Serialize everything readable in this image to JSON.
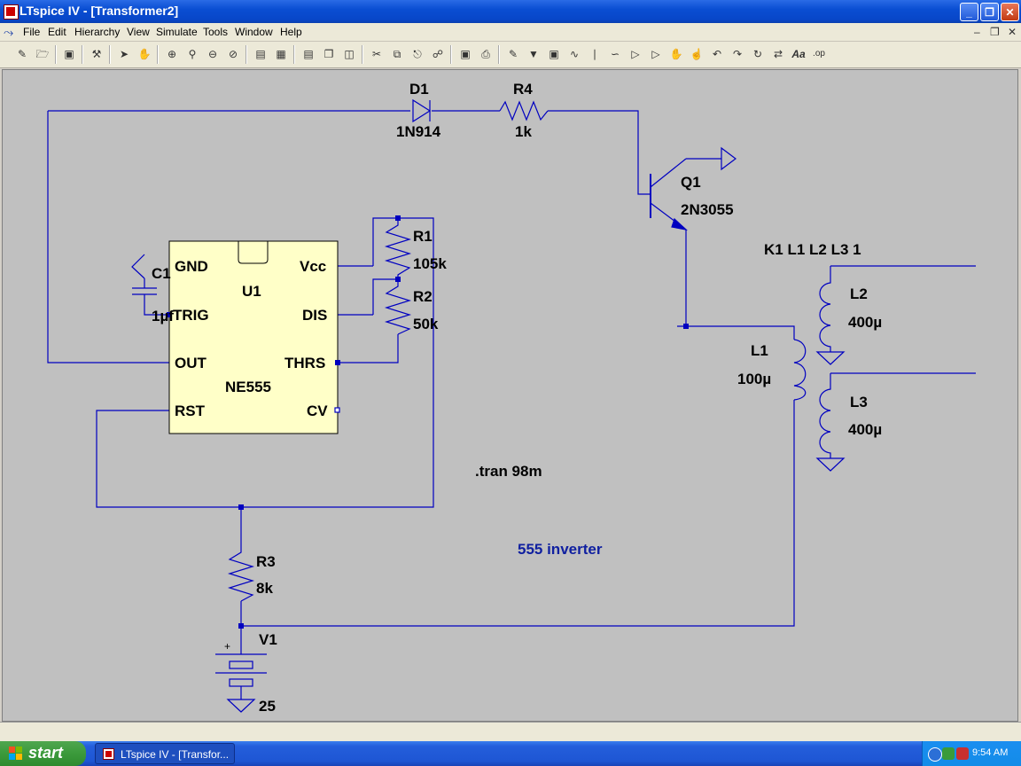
{
  "window": {
    "title": "LTspice IV - [Transformer2]"
  },
  "menu": [
    "File",
    "Edit",
    "Hierarchy",
    "View",
    "Simulate",
    "Tools",
    "Window",
    "Help"
  ],
  "toolbar_icons": [
    "new-schematic-icon",
    "open-icon",
    "save-icon",
    "control-panel-icon",
    "run-icon",
    "halt-icon",
    "zoom-in-icon",
    "pan-icon",
    "zoom-out-icon",
    "zoom-fit-icon",
    "autorange-icon",
    "grid-icon",
    "tile-horizontal-icon",
    "cascade-icon",
    "tile-vertical-icon",
    "cut-icon",
    "copy-icon",
    "paste-icon",
    "find-icon",
    "print-setup-icon",
    "print-icon",
    "wire-icon",
    "ground-icon",
    "label-icon",
    "resistor-icon",
    "capacitor-icon",
    "inductor-icon",
    "diode-icon",
    "component-icon",
    "move-icon",
    "drag-icon",
    "undo-icon",
    "redo-icon",
    "rotate-icon",
    "mirror-icon",
    "text-icon",
    "spice-directive-icon"
  ],
  "schematic": {
    "d1": {
      "ref": "D1",
      "value": "1N914"
    },
    "r4": {
      "ref": "R4",
      "value": "1k"
    },
    "q1": {
      "ref": "Q1",
      "value": "2N3055"
    },
    "r1": {
      "ref": "R1",
      "value": "105k"
    },
    "r2": {
      "ref": "R2",
      "value": "50k"
    },
    "c1": {
      "ref": "C1",
      "value": "1µf"
    },
    "u1": {
      "ref": "U1",
      "model": "NE555",
      "pins": {
        "gnd": "GND",
        "vcc": "Vcc",
        "trig": "TRIG",
        "dis": "DIS",
        "out": "OUT",
        "thrs": "THRS",
        "rst": "RST",
        "cv": "CV"
      }
    },
    "coupling": "K1 L1 L2 L3 1",
    "l1": {
      "ref": "L1",
      "value": "100µ"
    },
    "l2": {
      "ref": "L2",
      "value": "400µ"
    },
    "l3": {
      "ref": "L3",
      "value": "400µ"
    },
    "r3": {
      "ref": "R3",
      "value": "8k"
    },
    "v1": {
      "ref": "V1",
      "value": "25",
      "plus": "+"
    },
    "directive": ".tran 98m",
    "comment": "555 inverter"
  },
  "colors": {
    "wire": "#0000c0",
    "canvas": "#c0c0c0",
    "ic_fill": "#ffffc8",
    "comment": "#1020a0"
  },
  "taskbar": {
    "start": "start",
    "task": "LTspice IV - [Transfor...",
    "clock": "9:54 AM"
  }
}
